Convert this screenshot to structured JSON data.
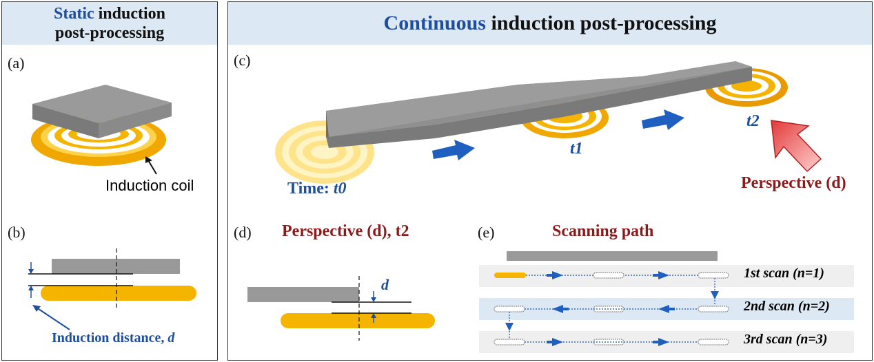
{
  "left_panel": {
    "title_highlight": "Static",
    "title_rest_line1": " induction",
    "title_line2": "post-processing",
    "label_a": "(a)",
    "label_b": "(b)",
    "coil_label": "Induction coil",
    "distance_label": "Induction distance, ",
    "distance_symbol": "d"
  },
  "right_panel": {
    "title_highlight": "Continuous",
    "title_rest": " induction post-processing",
    "label_c": "(c)",
    "label_d": "(d)",
    "label_e": "(e)",
    "time_prefix": "Time: ",
    "time_t0": "t0",
    "t1": "t1",
    "t2": "t2",
    "perspective_label": "Perspective (d)",
    "d_title": "Perspective (d), t2",
    "d_symbol": "d",
    "e_title": "Scanning path",
    "scans": [
      "1st scan (n=1)",
      "2nd scan (n=2)",
      "3rd scan (n=3)"
    ]
  },
  "colors": {
    "header_bg": "#dce8f3",
    "accent_blue": "#1f4e9c",
    "accent_red": "#8b1a1a",
    "coil_gold": "#f5b400",
    "metal_gray": "#8f8f8f"
  }
}
